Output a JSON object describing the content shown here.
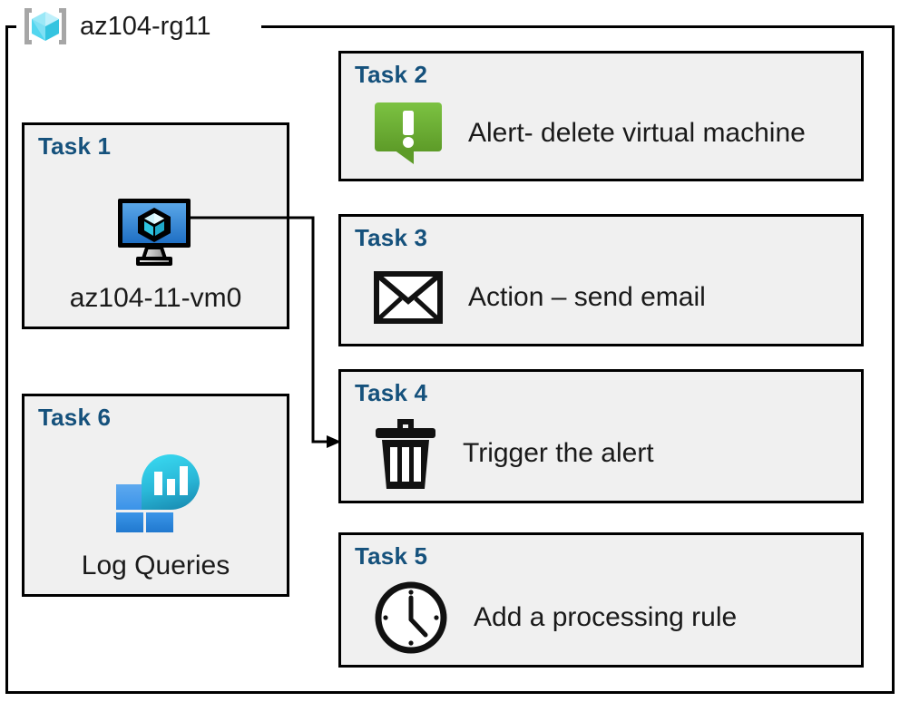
{
  "diagram": {
    "resource_group": {
      "name": "az104-rg11",
      "icon": "resource-group-cube-icon",
      "border_color": "#000000",
      "background": "#ffffff"
    },
    "title_color": "#15517c",
    "card_background": "#f0f0f0",
    "cards": [
      {
        "id": "task1",
        "title": "Task 1",
        "label": "az104-11-vm0",
        "icon": "virtual-machine-icon",
        "layout": "column"
      },
      {
        "id": "task2",
        "title": "Task 2",
        "label": "Alert- delete virtual machine",
        "icon": "alert-bubble-icon",
        "layout": "row"
      },
      {
        "id": "task3",
        "title": "Task 3",
        "label": "Action – send email",
        "icon": "envelope-icon",
        "layout": "row"
      },
      {
        "id": "task4",
        "title": "Task 4",
        "label": "Trigger the alert",
        "icon": "trash-can-icon",
        "layout": "row"
      },
      {
        "id": "task5",
        "title": "Task 5",
        "label": "Add a processing rule",
        "icon": "clock-icon",
        "layout": "row"
      },
      {
        "id": "task6",
        "title": "Task 6",
        "label": "Log Queries",
        "icon": "log-analytics-icon",
        "layout": "column"
      }
    ],
    "connector": {
      "from": "task1-vm-icon",
      "to": "task4-card",
      "style": "orthogonal-arrow",
      "color": "#000000"
    },
    "colors": {
      "vm_screen_top": "#5aa7e8",
      "vm_screen_bottom": "#1f6fc4",
      "alert_green_top": "#7cc242",
      "alert_green_bottom": "#5d9b28",
      "log_analytics_cyan": "#32cde8",
      "log_analytics_teal": "#1a8fb5",
      "log_analytics_blue": "#2e8ae0",
      "rg_cube_cyan": "#53d6ef",
      "rg_bracket_gray": "#a6a6a6"
    }
  }
}
